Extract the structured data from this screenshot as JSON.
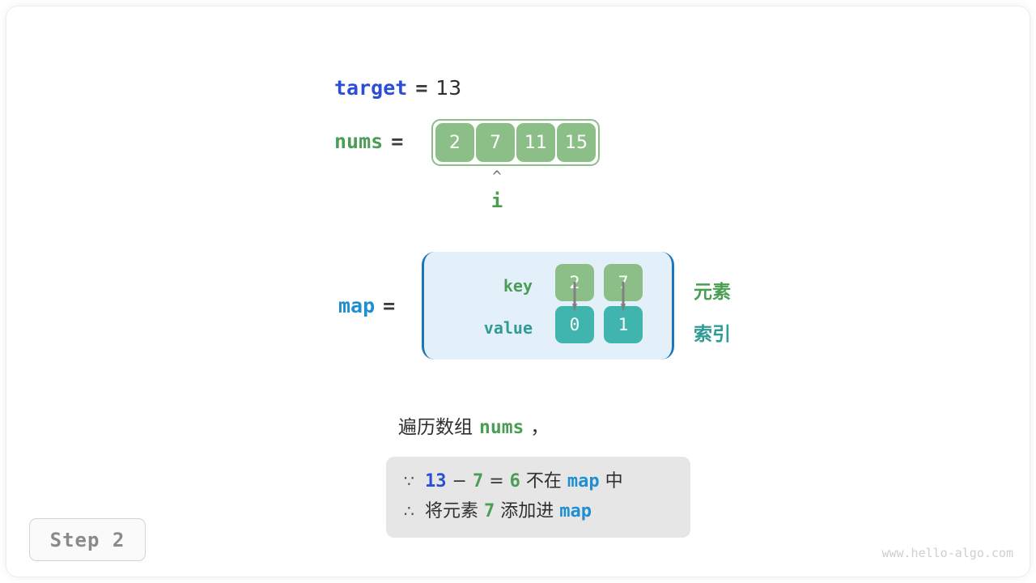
{
  "colors": {
    "array_cell": "#8cbf87",
    "map_key_cell": "#8cbf87",
    "map_value_cell": "#3fb5ad",
    "map_box_fill": "#e3f0fa",
    "map_box_border": "#1b76bc",
    "var_blue": "#2b4fd4",
    "var_cyan": "#1f8fd0",
    "var_green": "#4a9e54",
    "explain_box": "#e6e6e6",
    "arrow": "#808080"
  },
  "target": {
    "name": "target",
    "equals": "=",
    "value": "13"
  },
  "nums": {
    "name": "nums",
    "equals": "=",
    "cells": [
      "2",
      "7",
      "11",
      "15"
    ]
  },
  "pointer": {
    "caret": "^",
    "label": "i",
    "index": 1
  },
  "map": {
    "name": "map",
    "equals": "=",
    "key_label": "key",
    "value_label": "value",
    "entries": [
      {
        "key": "2",
        "value": "0"
      },
      {
        "key": "7",
        "value": "1"
      }
    ],
    "side_notes": {
      "element": "元素",
      "index": "索引"
    }
  },
  "caption": {
    "prefix": "遍历数组",
    "var": "nums",
    "suffix": "，"
  },
  "explanation": {
    "line1": {
      "symbol": "∵",
      "a": "13",
      "minus": "−",
      "b": "7",
      "equals": "=",
      "result": "6",
      "text_mid": "不在",
      "var": "map",
      "text_end": "中"
    },
    "line2": {
      "symbol": "∴",
      "text_start": "将元素",
      "num": "7",
      "text_mid": "添加进",
      "var": "map"
    }
  },
  "step": {
    "label": "Step 2"
  },
  "watermark": {
    "text": "www.hello-algo.com"
  }
}
